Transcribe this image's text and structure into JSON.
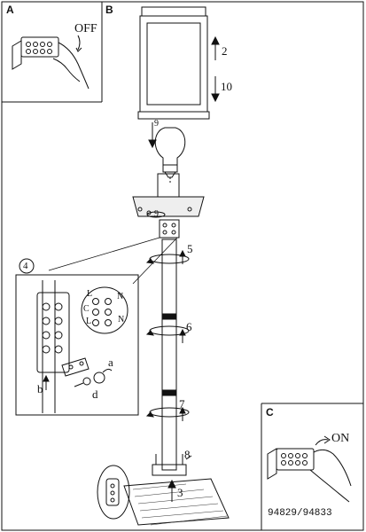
{
  "panels": {
    "a": {
      "letter": "A",
      "switch_label": "OFF"
    },
    "b": {
      "letter": "B"
    },
    "c": {
      "letter": "C",
      "switch_label": "ON"
    }
  },
  "steps": {
    "s2": "2",
    "s10": "10",
    "s9_bulb": "9",
    "s9_plate": "9",
    "s5": "5",
    "s4": "4",
    "s6": "6",
    "s7": "7",
    "s8": "8",
    "s3": "3"
  },
  "detail": {
    "term_L_top": "L",
    "term_N_top": "N",
    "term_C": "C",
    "term_L_bot": "L",
    "term_N_bot": "N",
    "part_a": "a",
    "part_b": "b",
    "part_d": "d"
  },
  "model_numbers": "94829/94833",
  "colors": {
    "line": "#111111",
    "hatch": "#333333",
    "background": "#ffffff"
  }
}
